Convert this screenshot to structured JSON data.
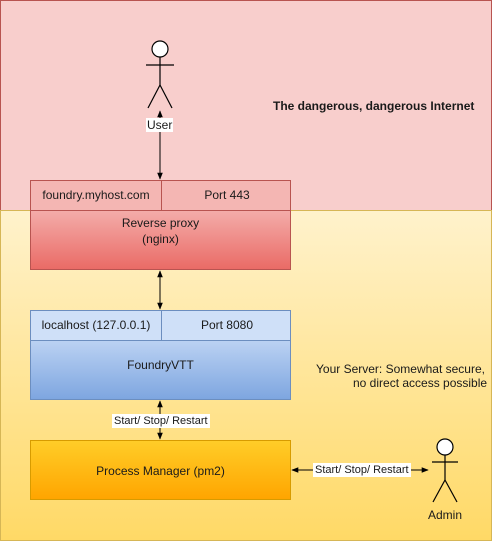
{
  "zones": {
    "internet": {
      "label": "The dangerous, dangerous Internet",
      "fill": "#f8cecc",
      "stroke": "#b85450"
    },
    "server": {
      "label_line1": "Your Server: Somewhat secure,",
      "label_line2": "no direct access possible",
      "fill": "#fff2cc",
      "stroke": "#d6b656"
    }
  },
  "actors": {
    "user": {
      "label": "User",
      "icon": "stick-figure-icon"
    },
    "admin": {
      "label": "Admin",
      "icon": "stick-figure-icon"
    }
  },
  "proxy": {
    "host": "foundry.myhost.com",
    "port": "Port 443",
    "label_line1": "Reverse proxy",
    "label_line2": "(nginx)"
  },
  "foundry": {
    "host": "localhost (127.0.0.1)",
    "port": "Port 8080",
    "label": "FoundryVTT"
  },
  "pm2": {
    "label": "Process Manager (pm2)"
  },
  "edges": {
    "foundry_pm2": "Start/ Stop/ Restart",
    "pm2_admin": "Start/ Stop/ Restart"
  }
}
